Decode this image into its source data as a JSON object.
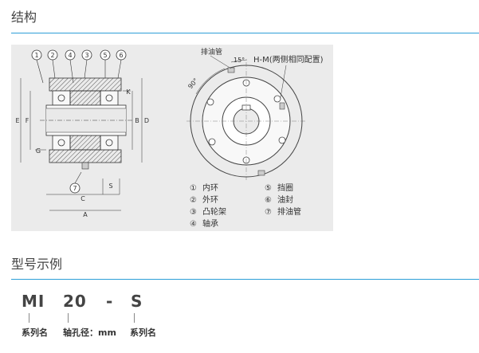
{
  "sections": {
    "structure_title": "结构",
    "example_title": "型号示例"
  },
  "drawing": {
    "callouts": [
      "1",
      "2",
      "4",
      "3",
      "5",
      "6",
      "7"
    ],
    "dim_labels": {
      "E": "E",
      "F": "F",
      "B": "B",
      "D": "D",
      "K": "K",
      "G": "G",
      "S": "S",
      "C": "C",
      "A": "A"
    },
    "oil_pipe": "排油管",
    "hm_note": "H-M(两侧相同配置)",
    "angle_15": "15°",
    "angle_90": "90°"
  },
  "legend": [
    {
      "num": "①",
      "label": "内环"
    },
    {
      "num": "②",
      "label": "外环"
    },
    {
      "num": "③",
      "label": "凸轮架"
    },
    {
      "num": "④",
      "label": "轴承"
    },
    {
      "num": "⑤",
      "label": "挡圈"
    },
    {
      "num": "⑥",
      "label": "油封"
    },
    {
      "num": "⑦",
      "label": "排油管"
    }
  ],
  "model_example": {
    "part1": "MI",
    "part2": "20",
    "sep": "-",
    "part3": "S",
    "label1": "系列名",
    "label2": "轴孔径：mm",
    "label3": "系列名"
  }
}
